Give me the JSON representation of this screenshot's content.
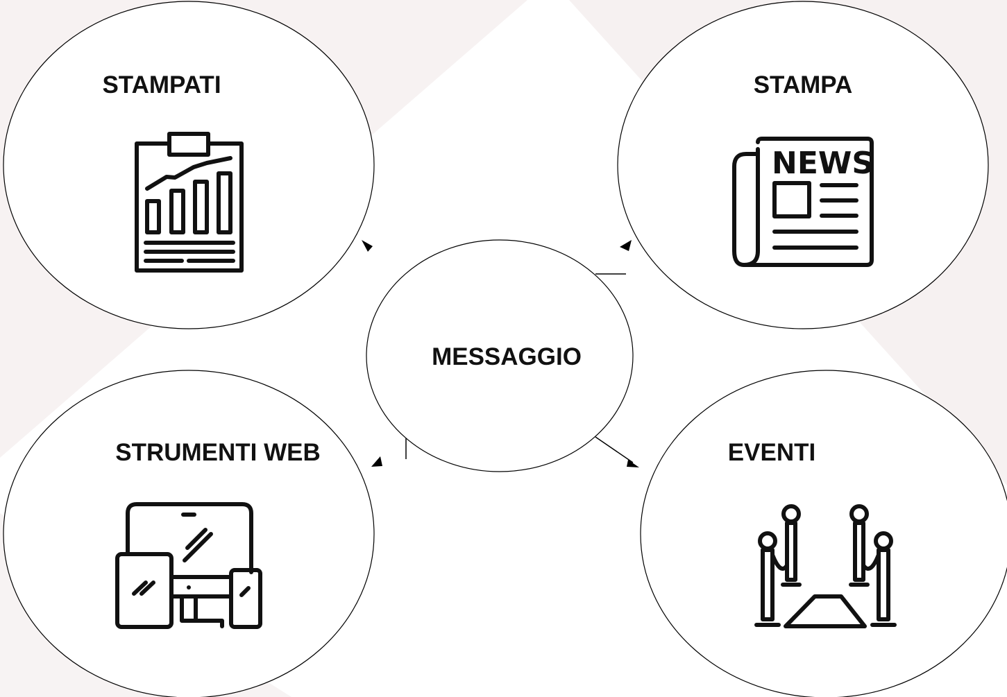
{
  "diagram": {
    "center": {
      "label": "MESSAGGIO"
    },
    "nodes": [
      {
        "id": "stampati",
        "label": "STAMPATI",
        "icon": "clipboard-chart-icon"
      },
      {
        "id": "stampa",
        "label": "STAMPA",
        "icon": "newspaper-icon"
      },
      {
        "id": "strumenti_web",
        "label": "STRUMENTI WEB",
        "icon": "devices-icon"
      },
      {
        "id": "eventi",
        "label": "EVENTI",
        "icon": "red-carpet-icon"
      }
    ]
  },
  "colors": {
    "background": "#ffffff",
    "background_accent": "#f6f1f1",
    "stroke": "#111111"
  }
}
